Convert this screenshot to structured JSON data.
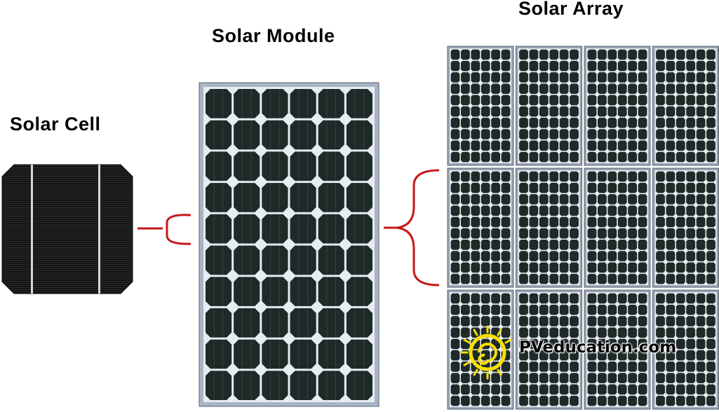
{
  "labels": {
    "cell": "Solar Cell",
    "module": "Solar Module",
    "array": "Solar Array"
  },
  "watermark": {
    "text": "PVeducation.com",
    "icon": "sun-spiral-logo-icon"
  },
  "structure": {
    "module_cells_columns": 6,
    "module_cells_rows": 10,
    "array_panels_columns": 4,
    "array_panels_rows": 3
  },
  "colors": {
    "cell_fill": "#1c1c1c",
    "module_frame": "#a9b4c4",
    "module_cell": "#1f2a28",
    "grid_line": "#e6ecf2",
    "bracket": "#c41818",
    "array_frame": "#9aa4b2",
    "logo_yellow": "#f6e000"
  }
}
